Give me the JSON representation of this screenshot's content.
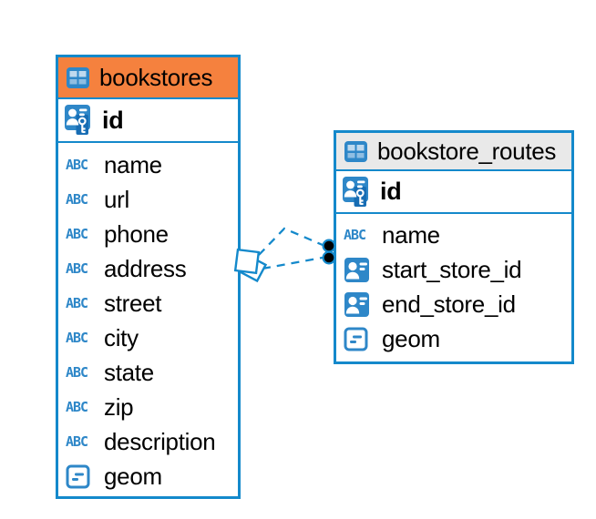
{
  "diagram": {
    "colors": {
      "accent_blue": "#1489CB",
      "icon_blue": "#2E87C8",
      "icon_cell_light": "#BFD9EE",
      "icon_cell_mid": "#8FBEE2",
      "key_tab_blue": "#176DB4",
      "bookstores_header": "#F5813E",
      "routes_header": "#E9E9E9",
      "edge_blue": "#1489CB",
      "edge_end_dot": "#000000"
    },
    "abc_glyph": "ABC",
    "tables": [
      {
        "name": "bookstores",
        "pk": {
          "label": "id"
        },
        "columns": [
          {
            "label": "name"
          },
          {
            "label": "url"
          },
          {
            "label": "phone"
          },
          {
            "label": "address"
          },
          {
            "label": "street"
          },
          {
            "label": "city"
          },
          {
            "label": "state"
          },
          {
            "label": "zip"
          },
          {
            "label": "description"
          },
          {
            "label": "geom"
          }
        ]
      },
      {
        "name": "bookstore_routes",
        "pk": {
          "label": "id"
        },
        "columns": [
          {
            "label": "name"
          },
          {
            "label": "start_store_id"
          },
          {
            "label": "end_store_id"
          },
          {
            "label": "geom"
          }
        ]
      }
    ]
  }
}
